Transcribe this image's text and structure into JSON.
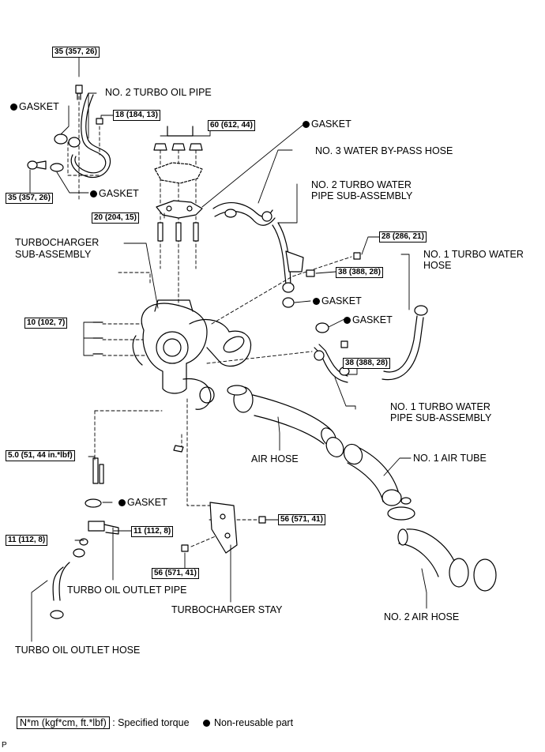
{
  "labels": {
    "no2_turbo_oil_pipe": "NO. 2 TURBO OIL PIPE",
    "gasket_1": "GASKET",
    "gasket_2": "GASKET",
    "gasket_3": "GASKET",
    "no3_water_bypass_hose": "NO. 3 WATER BY-PASS HOSE",
    "no2_turbo_water_pipe_l1": "NO. 2 TURBO WATER",
    "no2_turbo_water_pipe_l2": "PIPE SUB-ASSEMBLY",
    "turbocharger_sub_l1": "TURBOCHARGER",
    "turbocharger_sub_l2": "SUB-ASSEMBLY",
    "no1_turbo_water_hose_l1": "NO. 1 TURBO WATER",
    "no1_turbo_water_hose_l2": "HOSE",
    "gasket_4": "GASKET",
    "gasket_5": "GASKET",
    "no1_turbo_water_pipe_l1": "NO. 1 TURBO WATER",
    "no1_turbo_water_pipe_l2": "PIPE SUB-ASSEMBLY",
    "air_hose": "AIR HOSE",
    "no1_air_tube": "NO. 1 AIR TUBE",
    "gasket_6": "GASKET",
    "turbo_oil_outlet_pipe": "TURBO OIL OUTLET PIPE",
    "turbocharger_stay": "TURBOCHARGER STAY",
    "no2_air_hose": "NO. 2 AIR HOSE",
    "turbo_oil_outlet_hose": "TURBO OIL OUTLET HOSE",
    "page_tag": "P"
  },
  "torques": {
    "t_35_top": "35 (357, 26)",
    "t_18": "18 (184, 13)",
    "t_60": "60 (612, 44)",
    "t_35_left": "35 (357, 26)",
    "t_20": "20 (204, 15)",
    "t_28": "28 (286, 21)",
    "t_38_a": "38 (388, 28)",
    "t_10": "10 (102, 7)",
    "t_38_b": "38 (388, 28)",
    "t_5": "5.0 (51, 44 in.*lbf)",
    "t_56_right": "56 (571, 41)",
    "t_11_right": "11 (112, 8)",
    "t_11_left": "11 (112, 8)",
    "t_56_bottom": "56 (571, 41)"
  },
  "legend": {
    "unit_box": "N*m (kgf*cm, ft.*lbf)",
    "unit_desc": ": Specified torque",
    "nonreusable": "Non-reusable part"
  }
}
